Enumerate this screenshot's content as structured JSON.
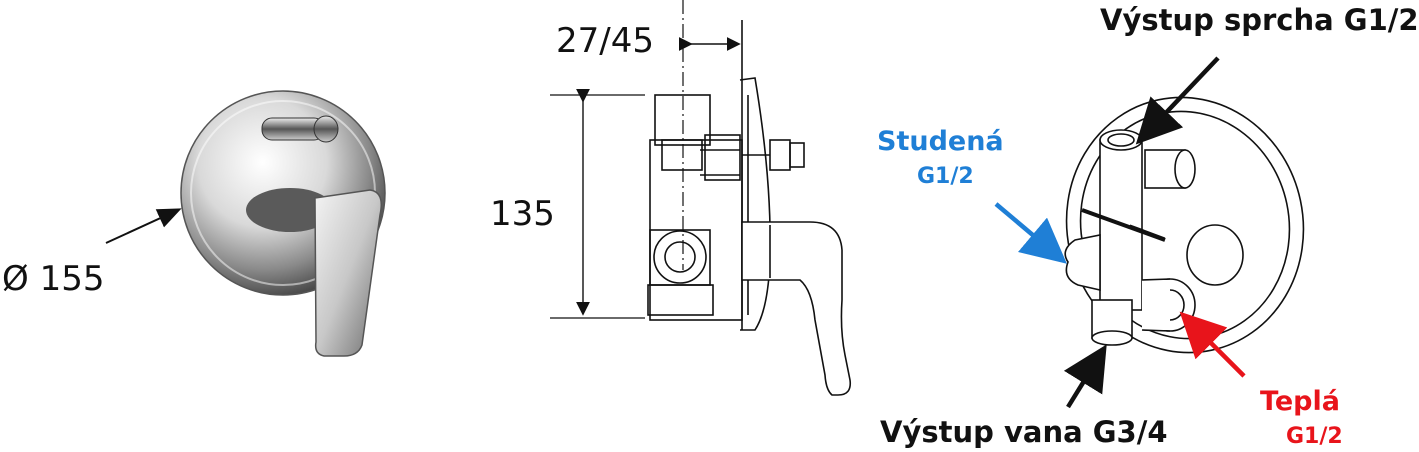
{
  "dimensions": {
    "diameter": "Ø 155",
    "depth": "27/45",
    "height": "135"
  },
  "connections": {
    "shower_outlet": "Výstup sprcha G1/2",
    "cold_label": "Studená",
    "cold_size": "G1/2",
    "hot_label": "Teplá",
    "hot_size": "G1/2",
    "bath_outlet": "Výstup vana G3/4"
  },
  "colors": {
    "cold": "#1f7fd6",
    "hot": "#e8141b",
    "black": "#111111"
  }
}
